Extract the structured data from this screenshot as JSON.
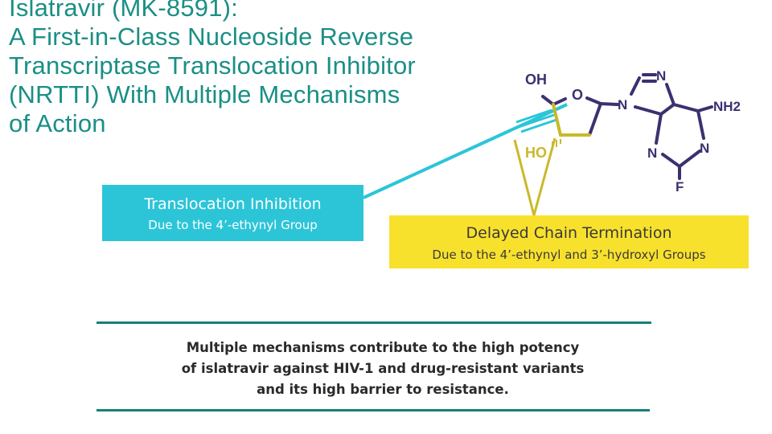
{
  "title_lines": [
    "Islatravir (MK-8591):",
    "A First-in-Class Nucleoside Reverse",
    "Transcriptase Translocation Inhibitor",
    "(NRTTI) With Multiple Mechanisms",
    "of Action"
  ],
  "translocation": {
    "heading": "Translocation Inhibition",
    "sub": "Due to the 4’-ethynyl Group"
  },
  "termination": {
    "heading": "Delayed Chain Termination",
    "sub": "Due to the 4’-ethynyl and 3’-hydroxyl Groups"
  },
  "summary_lines": [
    "Multiple mechanisms contribute to the high potency",
    "of islatravir against HIV-1 and drug-resistant variants",
    "and its high barrier to resistance."
  ],
  "molecule_atoms": {
    "oh": "OH",
    "o": "O",
    "ho": "HO",
    "n1": "N",
    "n2": "N",
    "nh2": "NH2",
    "n3": "N",
    "n4": "N",
    "f": "F"
  },
  "colors": {
    "teal": "#1a8f86",
    "cyan": "#2cc5d8",
    "yellow": "#f8e12c",
    "yellow_line": "#c9b92a",
    "purple": "#3b3170",
    "rule": "#177f7a"
  }
}
